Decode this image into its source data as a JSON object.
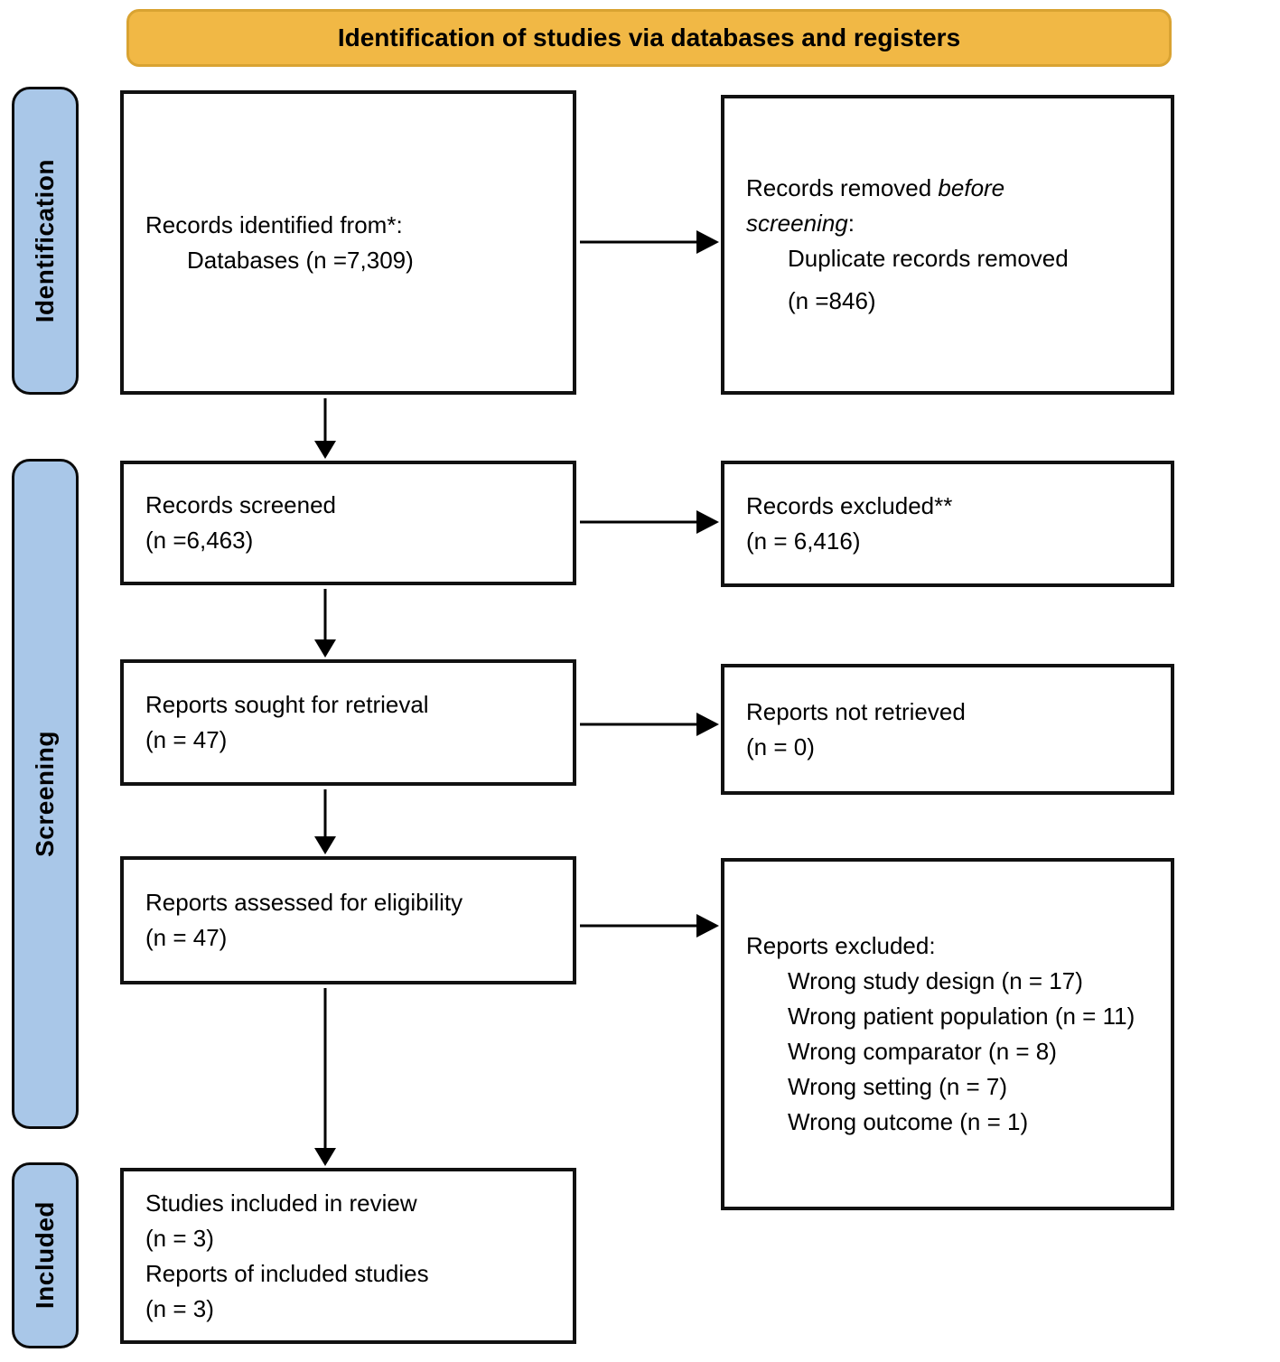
{
  "banner": {
    "title": "Identification of studies via databases and registers"
  },
  "stages": {
    "identification": "Identification",
    "screening": "Screening",
    "included": "Included"
  },
  "boxes": {
    "records_identified": {
      "line1": "Records identified from*:",
      "line2": "Databases (n =7,309)"
    },
    "records_removed": {
      "line1_normal": "Records removed ",
      "line1_italic": "before",
      "line2_italic": "screening",
      "line2_normal": ":",
      "line3": "Duplicate records removed",
      "line4": "(n =846)"
    },
    "records_screened": {
      "line1": "Records screened",
      "line2": "(n =6,463)"
    },
    "records_excluded": {
      "line1": "Records excluded**",
      "line2": "(n = 6,416)"
    },
    "reports_sought": {
      "line1": "Reports sought for retrieval",
      "line2": "(n = 47)"
    },
    "reports_not_retrieved": {
      "line1": "Reports not retrieved",
      "line2": "(n = 0)"
    },
    "reports_assessed": {
      "line1": "Reports assessed for eligibility",
      "line2": "(n = 47)"
    },
    "reports_excluded": {
      "title": "Reports excluded:",
      "items": [
        "Wrong study design (n = 17)",
        "Wrong patient population (n = 11)",
        "Wrong comparator (n = 8)",
        "Wrong setting (n = 7)",
        "Wrong outcome (n = 1)"
      ]
    },
    "studies_included": {
      "line1": "Studies included in review",
      "line2": "(n = 3)",
      "line3": "Reports of included studies",
      "line4": "(n = 3)"
    }
  },
  "colors": {
    "banner_fill": "#F1B845",
    "banner_border": "#D9A332",
    "stage_fill": "#A9C7E8",
    "box_border": "#111111"
  }
}
